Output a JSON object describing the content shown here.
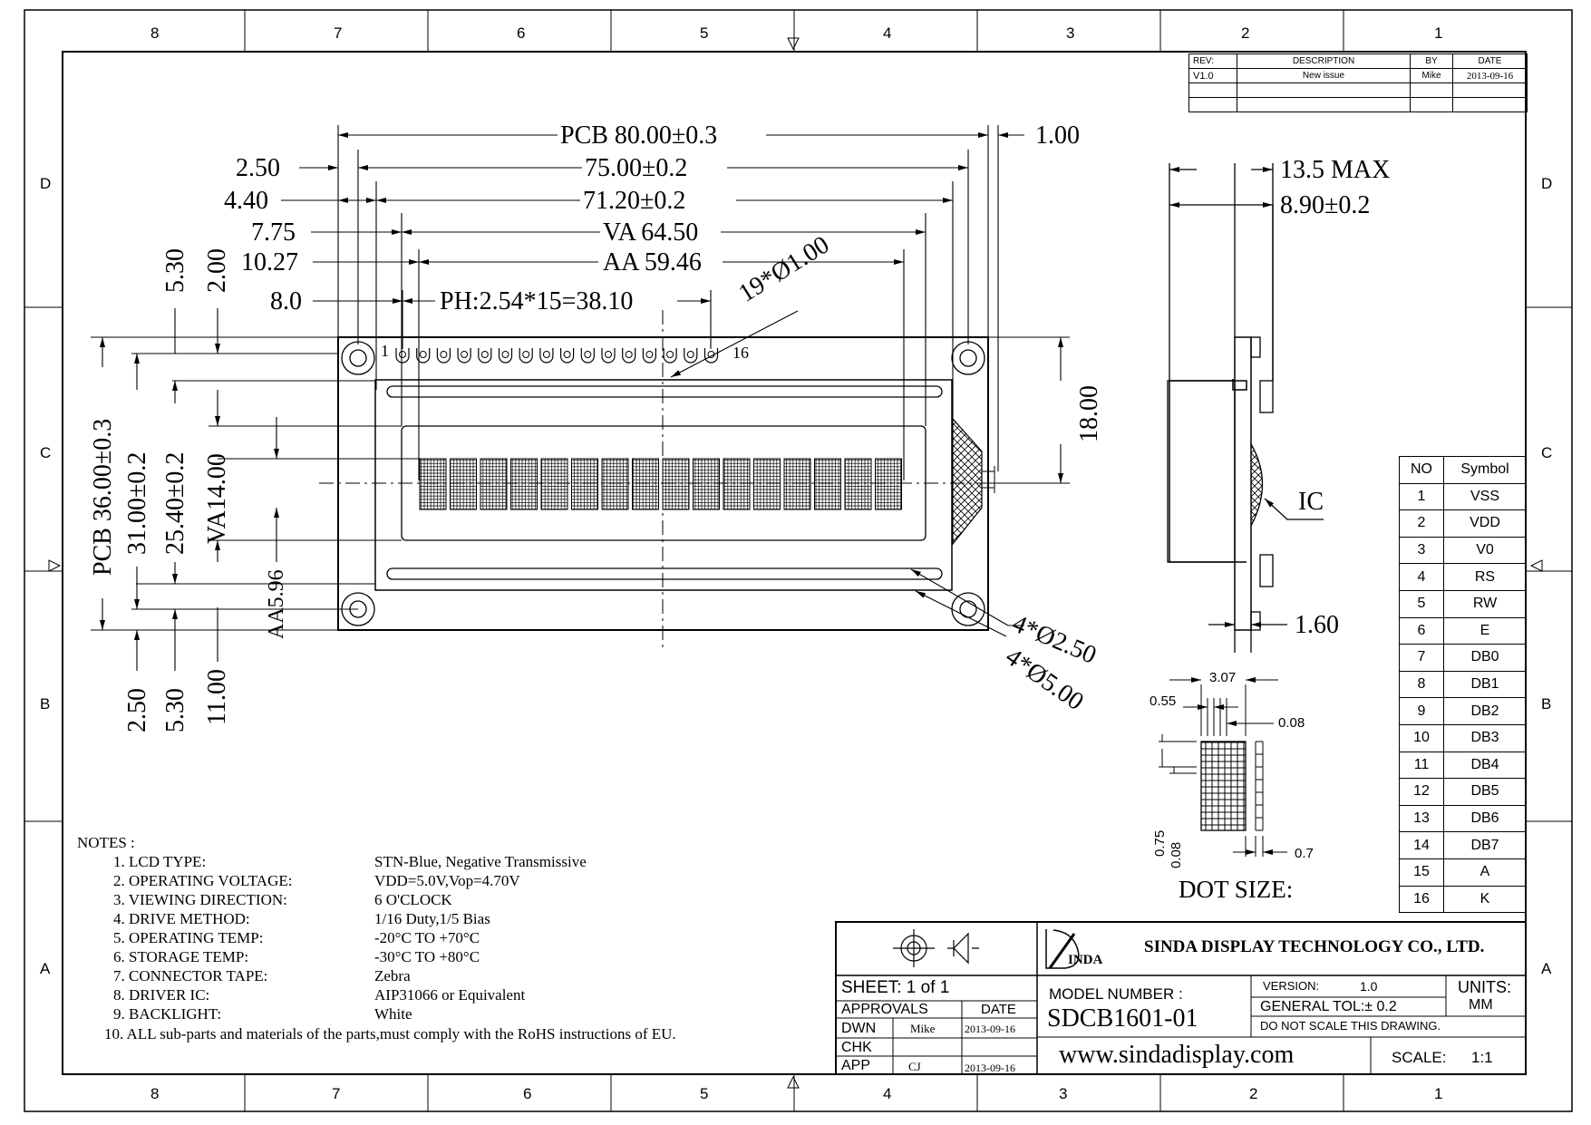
{
  "border": {
    "columns": [
      "8",
      "7",
      "6",
      "5",
      "4",
      "3",
      "2",
      "1"
    ],
    "rows": [
      "D",
      "C",
      "B",
      "A"
    ]
  },
  "revision_table": {
    "headers": [
      "REV:",
      "DESCRIPTION",
      "BY",
      "DATE"
    ],
    "rows": [
      [
        "V1.0",
        "New issue",
        "Mike",
        "2013-09-16"
      ]
    ]
  },
  "front_view": {
    "dims": {
      "pcb_width": "PCB 80.00±0.3",
      "dim_1_00": "1.00",
      "dim_2_50": "2.50",
      "dim_75": "75.00±0.2",
      "dim_4_40": "4.40",
      "dim_71_20": "71.20±0.2",
      "dim_7_75": "7.75",
      "va_width": "VA 64.50",
      "dim_10_27": "10.27",
      "aa_width": "AA 59.46",
      "dim_8_0": "8.0",
      "pin_pitch": "PH:2.54*15=38.10",
      "pin_holes": "19*Ø1.00",
      "pin_first": "1",
      "pin_last": "16",
      "dim_18": "18.00",
      "mount_hole_small": "4*Ø2.50",
      "mount_hole_large": "4*Ø5.00"
    },
    "vdims": {
      "v_5_30_top": "5.30",
      "v_2_00": "2.00",
      "pcb_height": "PCB 36.00±0.3",
      "v_31": "31.00±0.2",
      "v_25_40": "25.40±0.2",
      "va_height": "VA14.00",
      "aa_height": "AA5.96",
      "v_2_50": "2.50",
      "v_5_30_bottom": "5.30",
      "v_11": "11.00"
    }
  },
  "side_view": {
    "max_thickness": "13.5 MAX",
    "thickness": "8.90±0.2",
    "ic_label": "IC",
    "pcb_thickness": "1.60"
  },
  "dot_size": {
    "w_3_07": "3.07",
    "w_0_55": "0.55",
    "w_0_08": "0.08",
    "h_0_75": "0.75",
    "h_0_08": "0.08",
    "w_0_7": "0.7",
    "title": "DOT SIZE:"
  },
  "pin_table": {
    "headers": [
      "NO",
      "Symbol"
    ],
    "rows": [
      [
        "1",
        "VSS"
      ],
      [
        "2",
        "VDD"
      ],
      [
        "3",
        "V0"
      ],
      [
        "4",
        "RS"
      ],
      [
        "5",
        "RW"
      ],
      [
        "6",
        "E"
      ],
      [
        "7",
        "DB0"
      ],
      [
        "8",
        "DB1"
      ],
      [
        "9",
        "DB2"
      ],
      [
        "10",
        "DB3"
      ],
      [
        "11",
        "DB4"
      ],
      [
        "12",
        "DB5"
      ],
      [
        "13",
        "DB6"
      ],
      [
        "14",
        "DB7"
      ],
      [
        "15",
        "A"
      ],
      [
        "16",
        "K"
      ]
    ]
  },
  "notes": {
    "title": "NOTES :",
    "items": [
      {
        "label": "1. LCD TYPE:",
        "value": "STN-Blue, Negative Transmissive"
      },
      {
        "label": "2. OPERATING VOLTAGE:",
        "value": "VDD=5.0V,Vop=4.70V"
      },
      {
        "label": "3. VIEWING DIRECTION:",
        "value": "6 O'CLOCK"
      },
      {
        "label": "4. DRIVE METHOD:",
        "value": "1/16 Duty,1/5 Bias"
      },
      {
        "label": "5. OPERATING TEMP:",
        "value": "-20°C TO +70°C"
      },
      {
        "label": "6. STORAGE TEMP:",
        "value": "-30°C TO +80°C"
      },
      {
        "label": "7. CONNECTOR TAPE:",
        "value": "Zebra"
      },
      {
        "label": "8. DRIVER IC:",
        "value": "AIP31066 or Equivalent"
      },
      {
        "label": "9. BACKLIGHT:",
        "value": "White"
      }
    ],
    "final": "10. ALL sub-parts and materials of the parts,must comply with the RoHS instructions of EU."
  },
  "title_block": {
    "sheet": "SHEET:  1  of  1",
    "approvals": "APPROVALS",
    "date_header": "DATE",
    "dwn": "DWN",
    "dwn_by": "Mike",
    "dwn_date": "2013-09-16",
    "chk": "CHK",
    "app": "APP",
    "app_by": "CJ",
    "app_date": "2013-09-16",
    "logo": "INDA",
    "company": "SINDA DISPLAY TECHNOLOGY CO., LTD.",
    "model_label": "MODEL NUMBER :",
    "model": "SDCB1601-01",
    "version_label": "VERSION:",
    "version": "1.0",
    "units_label": "UNITS:",
    "units": "MM",
    "tol": "GENERAL TOL:± 0.2",
    "no_scale": "DO NOT SCALE THIS DRAWING.",
    "website": "www.sindadisplay.com",
    "scale_label": "SCALE:",
    "scale": "1:1"
  }
}
